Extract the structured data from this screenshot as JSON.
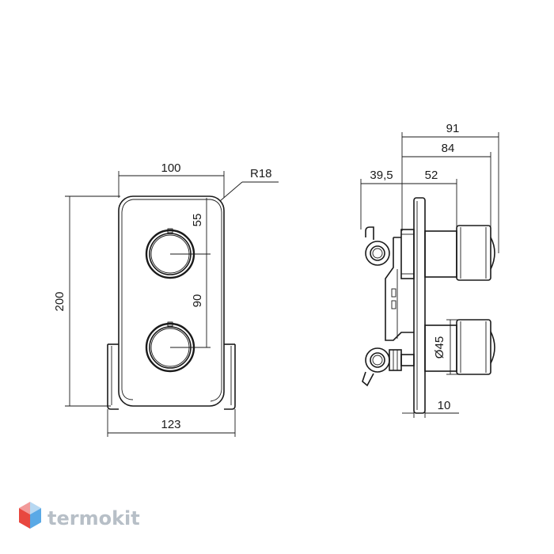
{
  "dimensions": {
    "front_width": "100",
    "corner_radius": "R18",
    "front_height": "200",
    "knob_top_offset": "55",
    "knob_spacing": "90",
    "base_width": "123",
    "side_total_depth": "91",
    "side_depth_2": "84",
    "side_rear_depth": "39,5",
    "side_front_depth": "52",
    "knob_diameter": "Ø45",
    "plate_thickness": "10"
  },
  "brand": {
    "name": "termokit",
    "logo_colors": [
      "#e8473f",
      "#f29a9a",
      "#5aa9e6",
      "#b7d8f2"
    ],
    "text_color": "#b7bfc7"
  }
}
